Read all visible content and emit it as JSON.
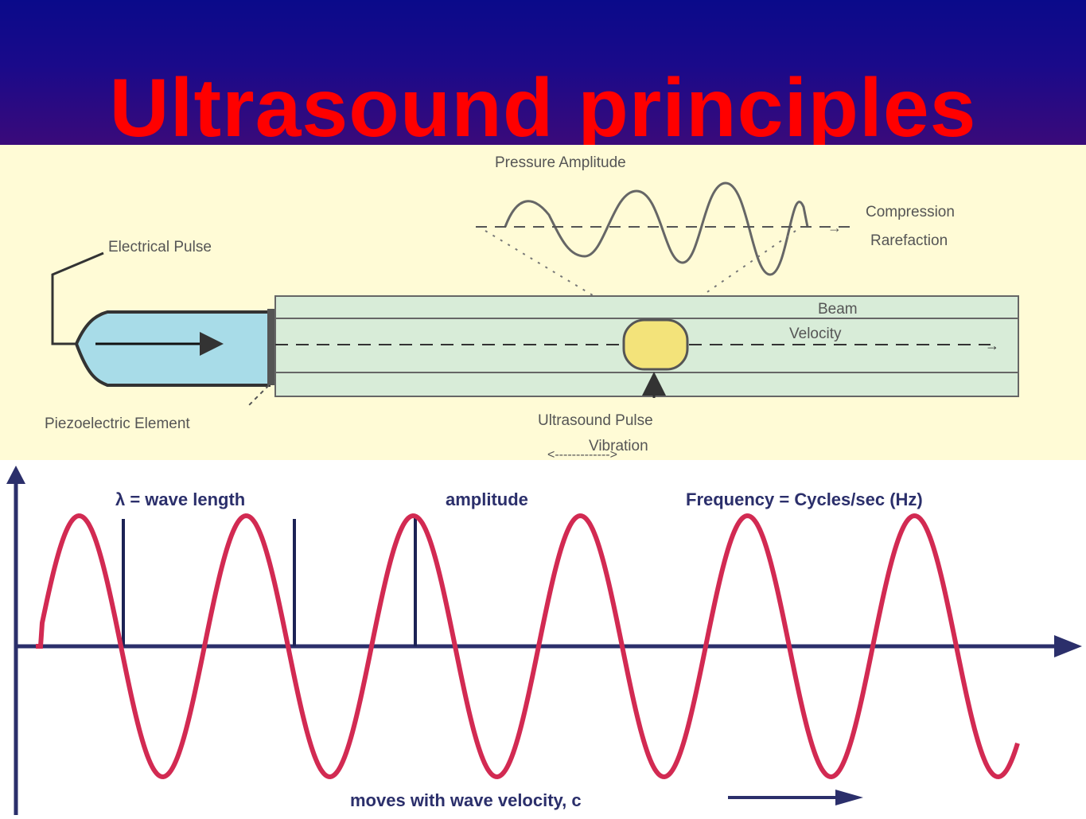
{
  "slide": {
    "title": "Ultrasound principles"
  },
  "transducer_diagram": {
    "pressure_amplitude_label": "Pressure Amplitude",
    "compression_label": "Compression",
    "rarefaction_label": "Rarefaction",
    "electrical_pulse_label": "Electrical Pulse",
    "beam_label": "Beam",
    "velocity_label": "Velocity",
    "piezoelectric_label": "Piezoelectric Element",
    "ultrasound_pulse_label": "Ultrasound Pulse",
    "vibration_label": "Vibration",
    "colors": {
      "background": "#fffbd6",
      "beam": "#d8ecd8",
      "crystal": "#a8dce8",
      "pulse": "#f3e37a"
    }
  },
  "wave_diagram": {
    "wavelength_label": "λ = wave length",
    "amplitude_label": "amplitude",
    "frequency_label": "Frequency = Cycles/sec (Hz)",
    "velocity_label": "moves with wave velocity, c",
    "colors": {
      "wave": "#d22a52",
      "axis": "#2b2f6b"
    }
  }
}
